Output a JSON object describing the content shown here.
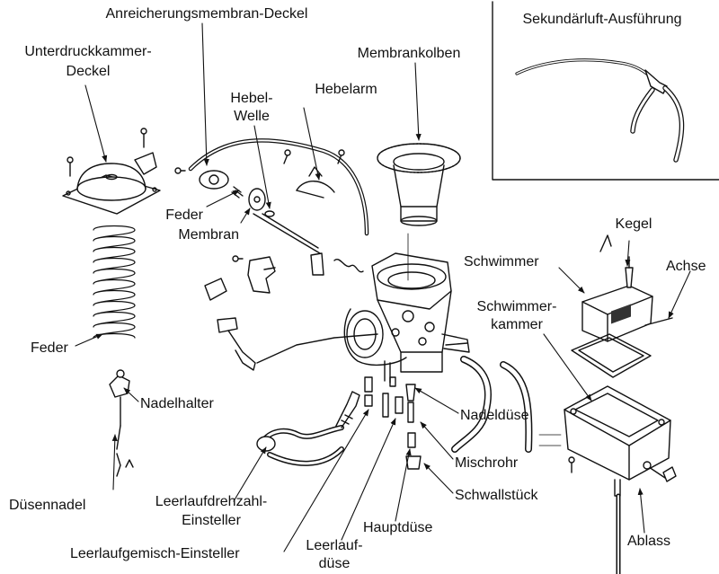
{
  "labels": {
    "anreicherungsmembran_deckel": "Anreicherungsmembran-Deckel",
    "unterdruckkammer_line1": "Unterdruckkammer-",
    "unterdruckkammer_line2": "Deckel",
    "hebel_welle_line1": "Hebel-",
    "hebel_welle_line2": "Welle",
    "hebelarm": "Hebelarm",
    "membrankolben": "Membrankolben",
    "sekundaerluft": "Sekundärluft-Ausführung",
    "feder_top": "Feder",
    "membran": "Membran",
    "kegel": "Kegel",
    "schwimmer": "Schwimmer",
    "achse": "Achse",
    "schwimmerkammer_line1": "Schwimmer-",
    "schwimmerkammer_line2": "kammer",
    "feder_left": "Feder",
    "nadelhalter": "Nadelhalter",
    "nadelduese": "Nadeldüse",
    "mischrohr": "Mischrohr",
    "schwallstueck": "Schwallstück",
    "duesennadel": "Düsennadel",
    "leerlaufdrehzahl_line1": "Leerlaufdrehzahl-",
    "leerlaufdrehzahl_line2": "Einsteller",
    "hauptduese": "Hauptdüse",
    "leerlaufgemisch": "Leerlaufgemisch-Einsteller",
    "leerlaufduese_line1": "Leerlauf-",
    "leerlaufduese_line2": "düse",
    "ablass": "Ablass"
  }
}
